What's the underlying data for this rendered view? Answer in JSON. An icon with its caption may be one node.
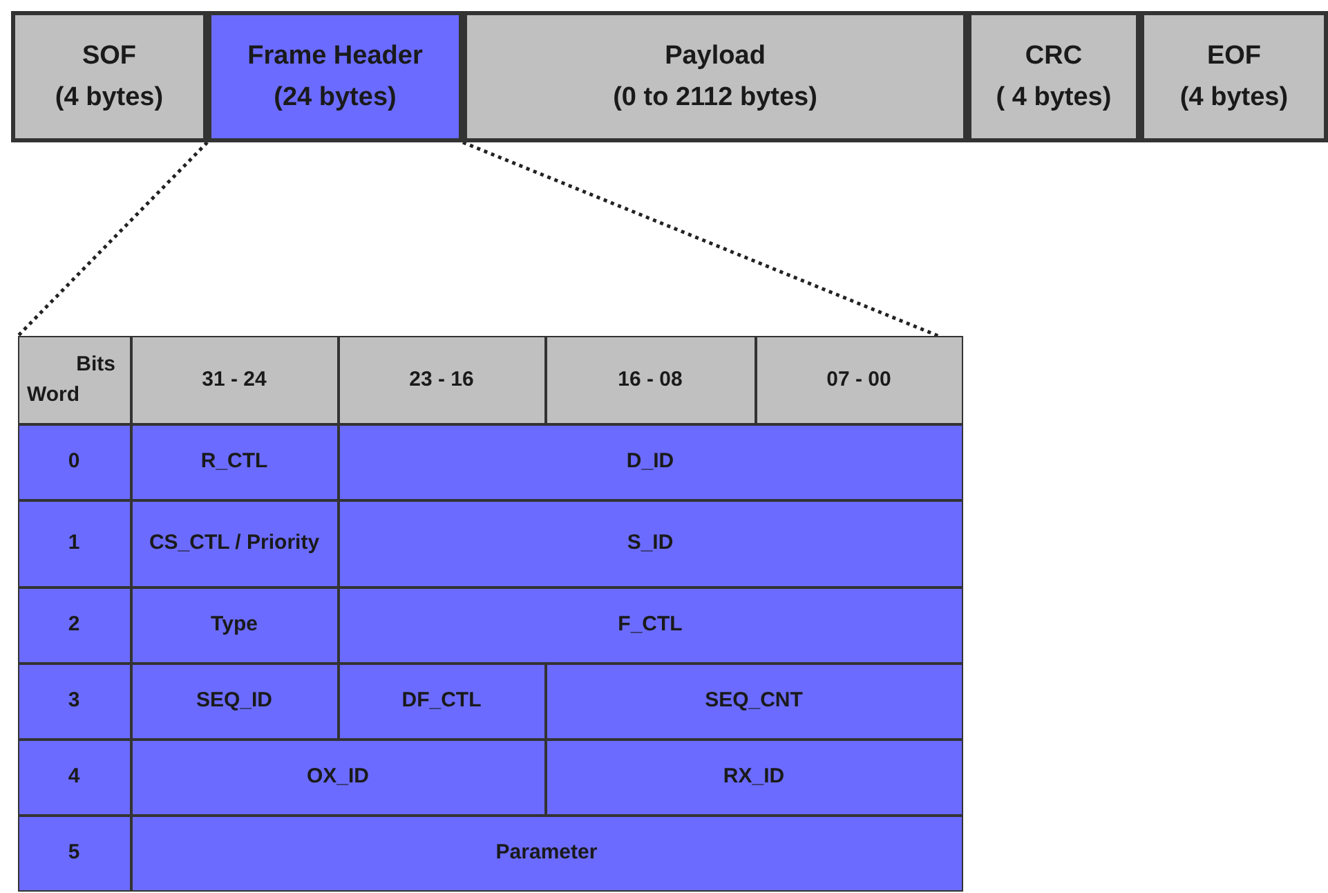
{
  "diagram": {
    "nodes": [
      {
        "text": [
          "SOF",
          "(4 bytes)"
        ]
      },
      {
        "text": [
          "Frame Header",
          "(24 bytes)"
        ]
      },
      {
        "text": [
          "Payload",
          "(0 to 2112 bytes)"
        ]
      },
      {
        "text": [
          "CRC",
          "( 4 bytes)"
        ]
      },
      {
        "text": [
          "EOF",
          "(4 bytes)"
        ]
      },
      {
        "text": [],
        "shape": "box"
      },
      {
        "text": [
          "Bits",
          "Word"
        ],
        "in": 5
      },
      {
        "text": [
          "31 - 24"
        ],
        "in": 5
      },
      {
        "text": [
          "23 - 16"
        ],
        "in": 5
      },
      {
        "text": [
          "16 - 08"
        ],
        "in": 5
      },
      {
        "text": [
          "07 - 00"
        ],
        "in": 5
      },
      {
        "text": [
          "0"
        ],
        "in": 5
      },
      {
        "text": [
          "R_CTL"
        ],
        "in": 5
      },
      {
        "text": [
          "D_ID"
        ],
        "in": 5
      },
      {
        "text": [
          "1"
        ],
        "in": 5
      },
      {
        "text": [
          "CS_CTL / Priority"
        ],
        "in": 5
      },
      {
        "text": [
          "S_ID"
        ],
        "in": 5
      },
      {
        "text": [
          "2"
        ],
        "in": 5
      },
      {
        "text": [
          "Type"
        ],
        "in": 5
      },
      {
        "text": [
          "F_CTL"
        ],
        "in": 5
      },
      {
        "text": [
          "3"
        ],
        "in": 5
      },
      {
        "text": [
          "SEQ_ID"
        ],
        "in": 5
      },
      {
        "text": [
          "DF_CTL"
        ],
        "in": 5
      },
      {
        "text": [
          "SEQ_CNT"
        ],
        "in": 5
      },
      {
        "text": [
          "4"
        ],
        "in": 5
      },
      {
        "text": [
          "OX_ID"
        ],
        "in": 5
      },
      {
        "text": [
          "RX_ID"
        ],
        "in": 5
      },
      {
        "text": [
          "5"
        ],
        "in": 5
      },
      {
        "text": [
          "Parameter"
        ],
        "in": 5
      }
    ],
    "edges": [
      {
        "from": 1,
        "to": 5,
        "arrow": "none",
        "style": "dashed"
      },
      {
        "from": 1,
        "to": 5,
        "arrow": "none",
        "style": "dashed"
      }
    ]
  }
}
